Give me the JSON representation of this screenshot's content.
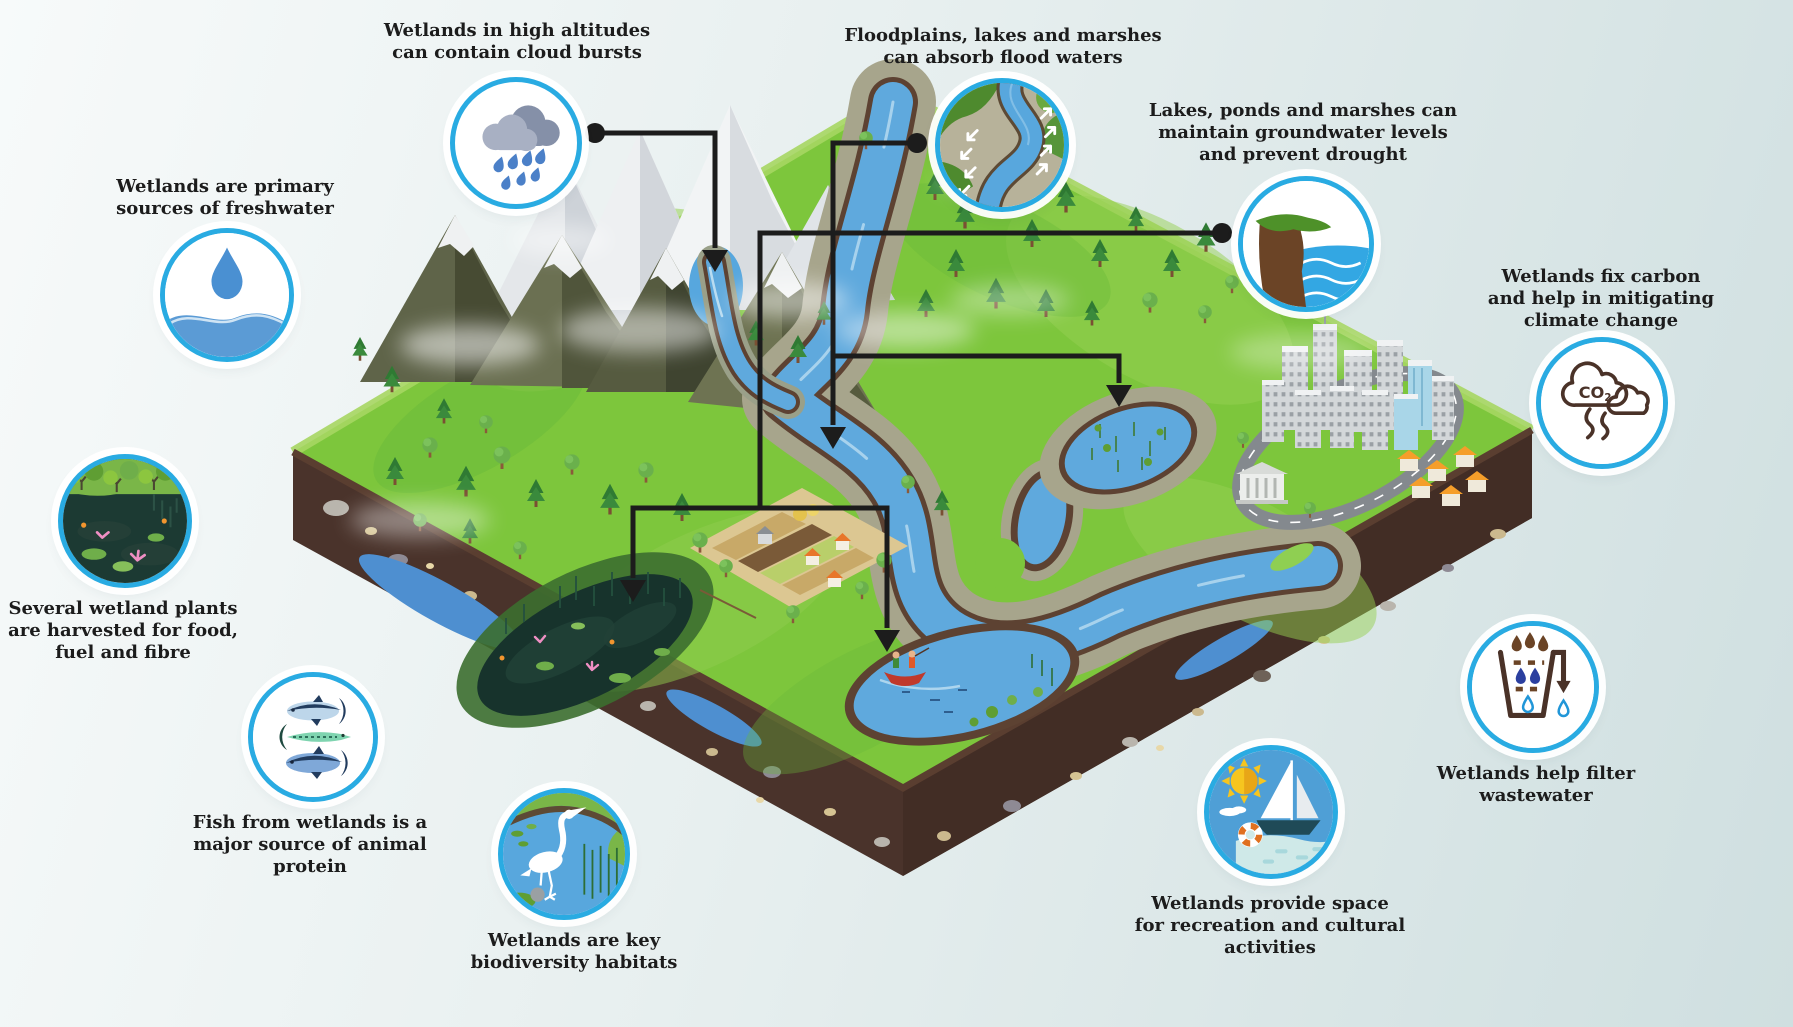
{
  "colors": {
    "accent": "#29abe2",
    "text": "#1c1c1c",
    "connector": "#1c1c1c",
    "bg_start": "#f7fafa",
    "bg_mid": "#e7efef",
    "bg_end": "#cfdfe0",
    "grass_green": "#7dc63c",
    "soil_brown": "#4a332b",
    "river_blue": "#5fa9dd",
    "floodplain_bank": "#a7a58c",
    "dark_pond": "#17332c",
    "city_road": "#84898e",
    "roof_orange": "#f59e2a",
    "groundwater_blue": "#4e8fd0"
  },
  "callouts": [
    {
      "id": "cloud-bursts",
      "icon": "rain-cloud-icon",
      "lines": [
        "Wetlands in high altitudes",
        "can contain cloud bursts"
      ]
    },
    {
      "id": "flood-absorption",
      "icon": "floodplain-river-icon",
      "lines": [
        "Floodplains, lakes and marshes",
        "can absorb flood waters"
      ]
    },
    {
      "id": "groundwater",
      "icon": "groundwater-level-icon",
      "lines": [
        "Lakes, ponds and marshes can",
        "maintain groundwater levels",
        "and prevent drought"
      ]
    },
    {
      "id": "freshwater",
      "icon": "water-drop-icon",
      "lines": [
        "Wetlands are primary",
        "sources of freshwater"
      ]
    },
    {
      "id": "carbon-fixing",
      "icon": "co2-cloud-icon",
      "lines": [
        "Wetlands fix carbon",
        "and help in mitigating",
        "climate change"
      ]
    },
    {
      "id": "wetland-plants",
      "icon": "wetland-plants-icon",
      "lines": [
        "Several wetland plants",
        "are harvested for food,",
        "fuel and fibre"
      ]
    },
    {
      "id": "fish-protein",
      "icon": "fish-icon",
      "lines": [
        "Fish from wetlands is a",
        "major source of animal",
        "protein"
      ]
    },
    {
      "id": "biodiversity",
      "icon": "heron-icon",
      "lines": [
        "Wetlands are key",
        "biodiversity habitats"
      ]
    },
    {
      "id": "recreation",
      "icon": "sailboat-icon",
      "lines": [
        "Wetlands provide space",
        "for recreation and cultural",
        "activities"
      ]
    },
    {
      "id": "wastewater",
      "icon": "water-filter-icon",
      "lines": [
        "Wetlands help filter",
        "wastewater"
      ]
    }
  ]
}
